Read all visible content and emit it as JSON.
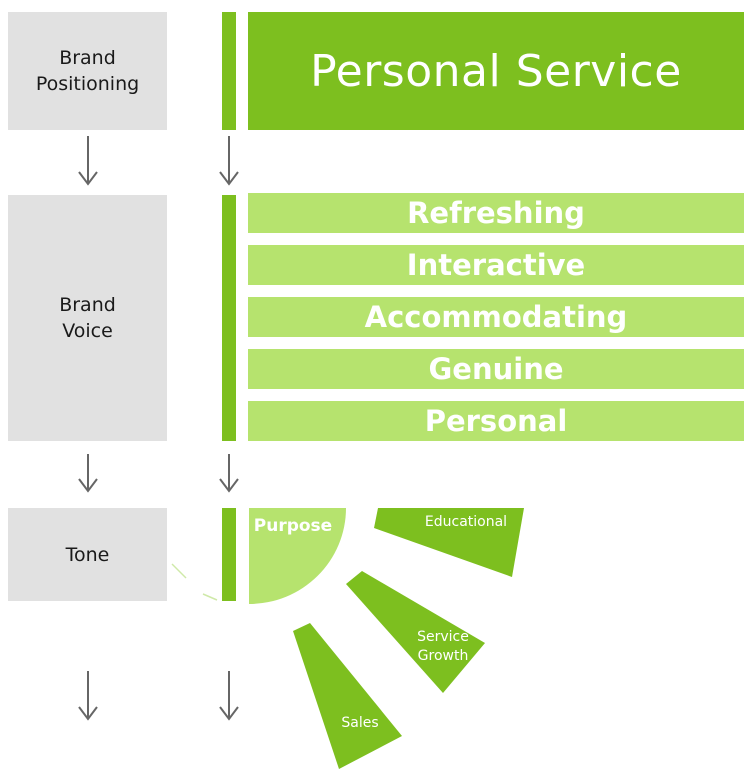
{
  "left_column": {
    "brand_positioning": "Brand\nPositioning",
    "brand_voice": "Brand\nVoice",
    "tone": "Tone"
  },
  "headline": "Personal Service",
  "voice_attributes": [
    "Refreshing",
    "Interactive",
    "Accommodating",
    "Genuine",
    "Personal"
  ],
  "tone_segments": {
    "purpose": "Purpose",
    "educational": "Educational",
    "service_growth": [
      "Service",
      "Growth"
    ],
    "sales": "Sales"
  },
  "colors": {
    "dark_green": "#7dbf1f",
    "light_green": "#b6e36e",
    "gray_box": "#e1e1e1",
    "arrow": "#666666"
  }
}
